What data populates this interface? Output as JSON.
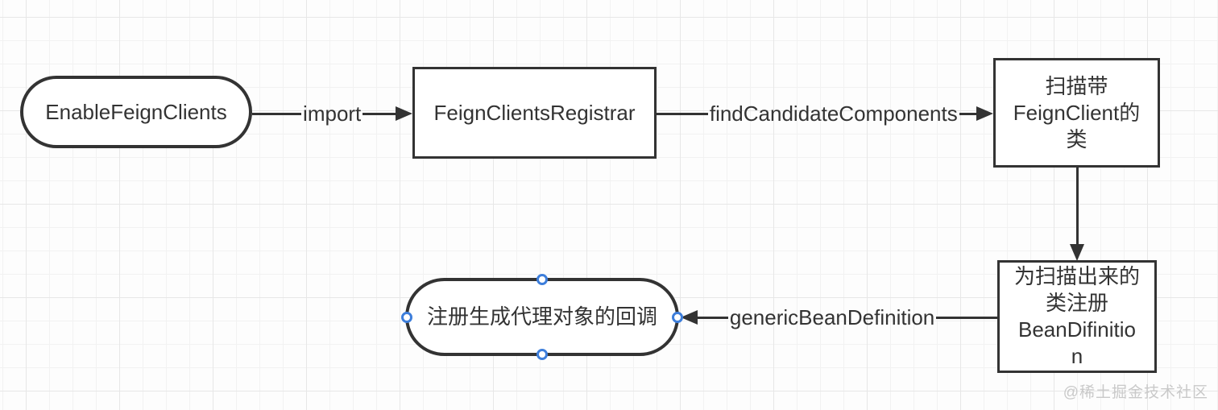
{
  "diagram": {
    "nodes": {
      "enable_feign_clients": {
        "label": "EnableFeignClients",
        "shape": "stadium"
      },
      "feign_clients_registrar": {
        "label": "FeignClientsRegistrar",
        "shape": "rectangle"
      },
      "scan_feign_client_classes": {
        "label": "扫描带FeignClient的类",
        "shape": "rectangle"
      },
      "register_bean_definition": {
        "label": "为扫描出来的类注册BeanDifinition",
        "shape": "rectangle"
      },
      "register_proxy_callback": {
        "label": "注册生成代理对象的回调",
        "shape": "stadium",
        "selected": true
      }
    },
    "edges": [
      {
        "label": "import",
        "from": "enable_feign_clients",
        "to": "feign_clients_registrar",
        "arrow": "right"
      },
      {
        "label": "findCandidateComponents",
        "from": "feign_clients_registrar",
        "to": "scan_feign_client_classes",
        "arrow": "right"
      },
      {
        "label": "",
        "from": "scan_feign_client_classes",
        "to": "register_bean_definition",
        "arrow": "down"
      },
      {
        "label": "genericBeanDefinition",
        "from": "register_bean_definition",
        "to": "register_proxy_callback",
        "arrow": "left"
      }
    ]
  },
  "watermark": {
    "text": "@稀土掘金技术社区"
  },
  "colors": {
    "stroke": "#333333",
    "text": "#333333",
    "selection_handle": "#3d7edb",
    "watermark": "#c9c9c9"
  }
}
